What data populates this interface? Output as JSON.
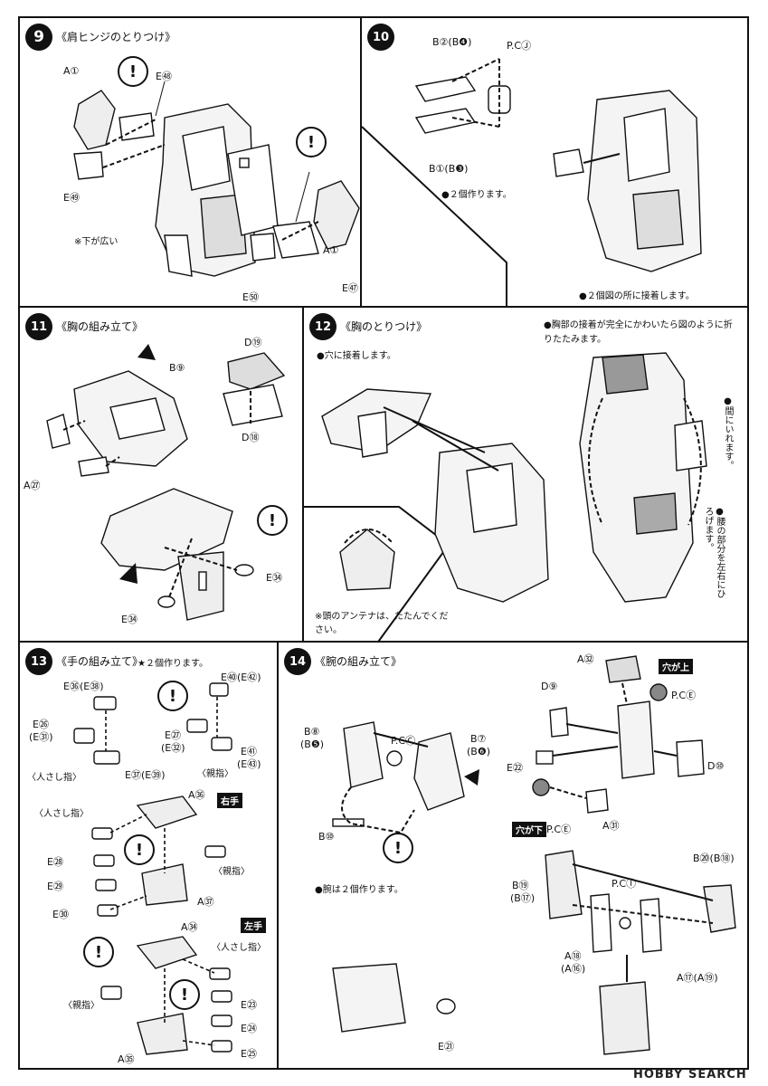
{
  "steps": [
    {
      "num": "9",
      "title": "《肩ヒンジのとりつけ》",
      "parts": [
        "A①",
        "E㊽",
        "E㊾",
        "E㊿",
        "E㊼",
        "A①"
      ],
      "notes": [
        "※下が広い"
      ]
    },
    {
      "num": "10",
      "parts": [
        "B②(B❹)",
        "P.CⒿ",
        "B①(B❸)"
      ],
      "notes": [
        "●２個作ります。",
        "●２個図の所に接着します。"
      ]
    },
    {
      "num": "11",
      "title": "《胸の組み立て》",
      "parts": [
        "B⑨",
        "D⑲",
        "D⑱",
        "A㉗",
        "E㉞",
        "E㉞"
      ]
    },
    {
      "num": "12",
      "title": "《胸のとりつけ》",
      "notes": [
        "●穴に接着します。",
        "●胸部の接着が完全にかわいたら図のように折りたたみます。",
        "●間にいれます。",
        "●腰の部分を左右にひろげます。",
        "※頭のアンテナは、たたんでください。"
      ]
    },
    {
      "num": "13",
      "title": "《手の組み立て》",
      "subtitle": "★２個作ります。",
      "parts": [
        "E㊱(E㊳)",
        "E㊵(E㊷)",
        "E㉖",
        "(E㉛)",
        "E㉗",
        "(E㉜)",
        "E㊶",
        "(E㊸)",
        "E㊲(E㊴)",
        "A㊱",
        "E㉘",
        "E㉙",
        "E㉚",
        "A㊲",
        "A㉞",
        "E㉓",
        "E㉔",
        "E㉕",
        "A㉟"
      ],
      "labels": [
        "〈人さし指〉",
        "〈親指〉",
        "〈人さし指〉",
        "〈親指〉",
        "〈人さし指〉",
        "〈親指〉"
      ],
      "tags": [
        "右手",
        "左手"
      ]
    },
    {
      "num": "14",
      "title": "《腕の組み立て》",
      "parts": [
        "B⑧",
        "(B❺)",
        "P.CⒸ",
        "B⑦",
        "(B❻)",
        "B⑩",
        "A㉜",
        "P.CⒺ",
        "D⑨",
        "E㉒",
        "D⑩",
        "P.CⒺ",
        "A㉛",
        "P.CⒾ",
        "B⑳(B⑱)",
        "B⑲",
        "(B⑰)",
        "A⑱",
        "(A⑯)",
        "A⑰(A⑲)",
        "E㉑"
      ],
      "notes": [
        "●腕は２個作ります。"
      ],
      "tags": [
        "穴が上",
        "穴が下"
      ]
    }
  ],
  "watermark": "HOBBY SEARCH"
}
